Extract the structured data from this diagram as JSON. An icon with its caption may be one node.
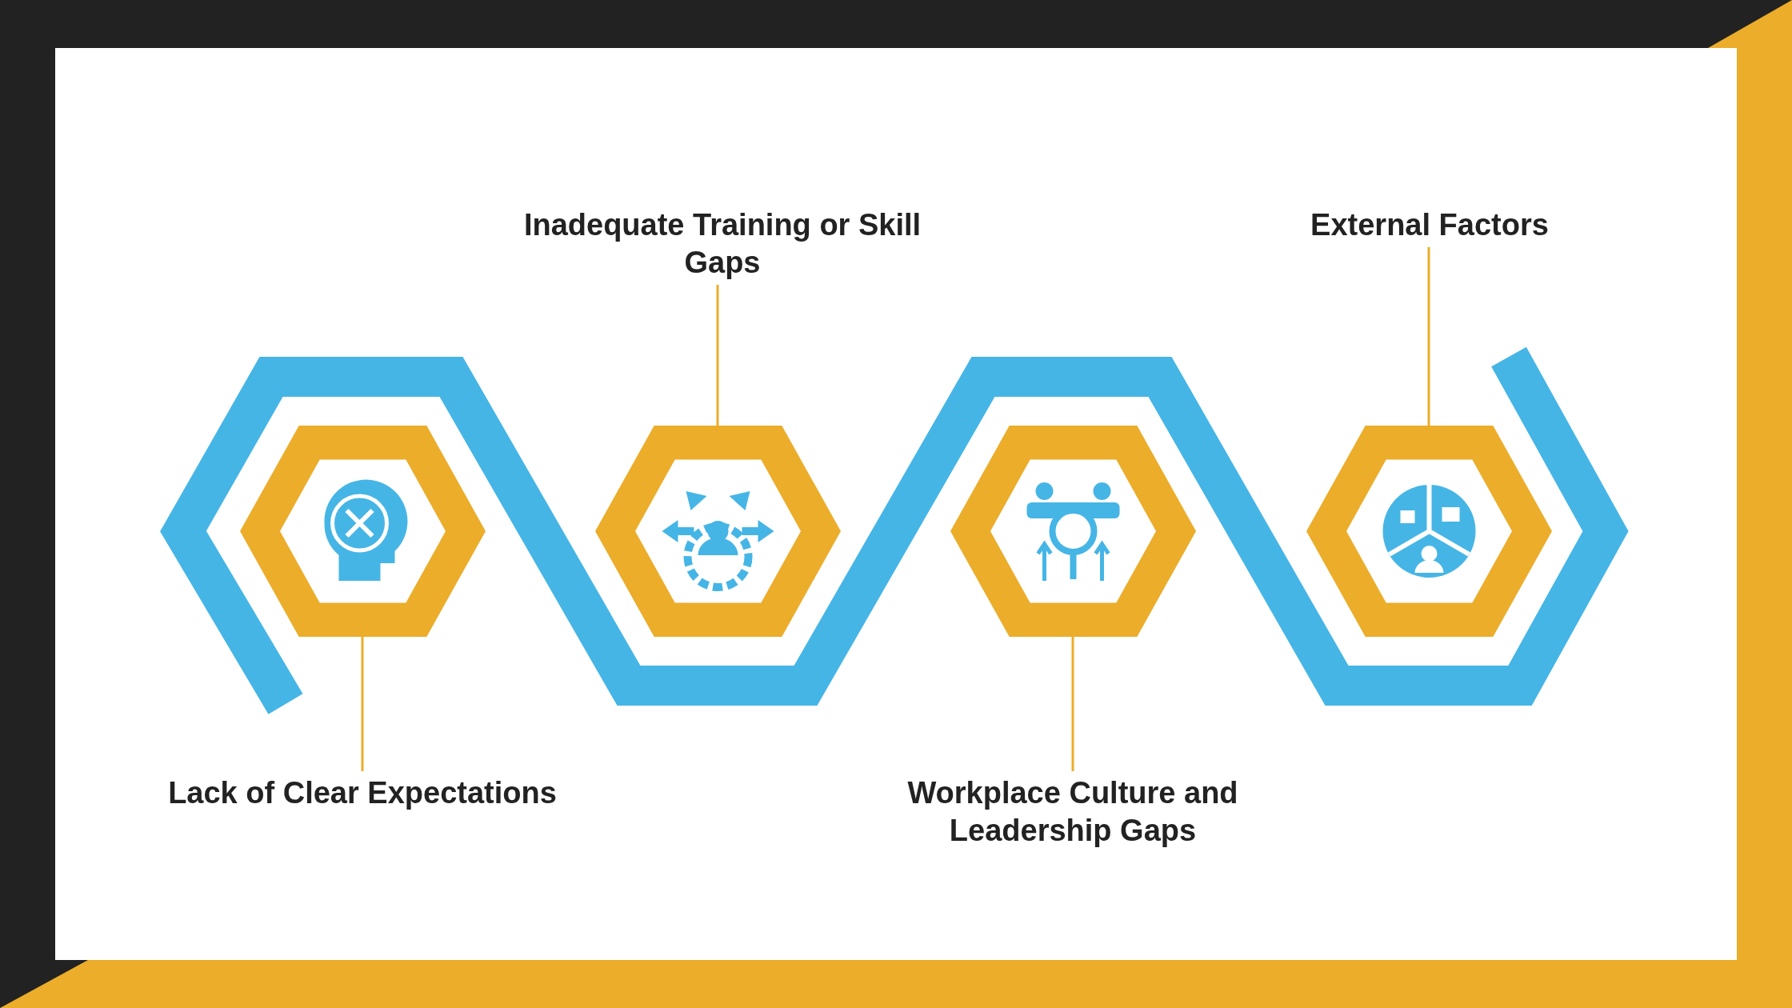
{
  "diagram": {
    "nodes": [
      {
        "text": [
          "Inadequate Training or Skill Gaps"
        ]
      },
      {
        "text": [
          "External Factors"
        ]
      },
      {
        "text": [],
        "shape": "hexagon"
      },
      {
        "text": [],
        "shape": "hexagon"
      },
      {
        "text": [],
        "shape": "hexagon"
      },
      {
        "text": [],
        "shape": "hexagon"
      },
      {
        "text": [
          "Lack of Clear Expectations"
        ]
      },
      {
        "text": [
          "Workplace Culture and Leadership Gaps"
        ]
      }
    ],
    "edges": [
      {
        "from": 6,
        "to": 2,
        "arrow": "none"
      },
      {
        "from": 0,
        "to": 3,
        "arrow": "none"
      },
      {
        "from": 7,
        "to": 4,
        "arrow": "none"
      },
      {
        "from": 1,
        "to": 5,
        "arrow": "none"
      }
    ]
  }
}
